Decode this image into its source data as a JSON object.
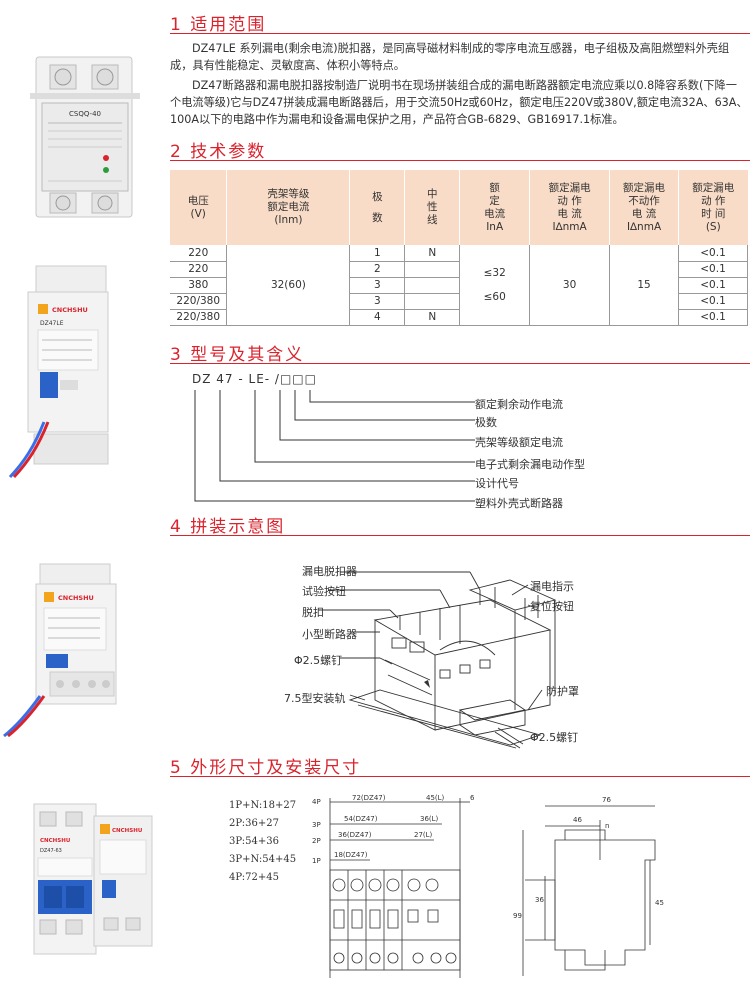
{
  "sections": {
    "s1": "1 适用范围",
    "s2": "2 技术参数",
    "s3": "3 型号及其含义",
    "s4": "4 拼装示意图",
    "s5": "5 外形尺寸及安装尺寸"
  },
  "intro": {
    "p1": "DZ47LE 系列漏电(剩余电流)脱扣器，是同高导磁材料制成的零序电流互感器，电子组极及高阻燃塑料外壳组成，具有性能稳定、灵敏度高、体积小等特点。",
    "p2": "DZ47断路器和漏电脱扣器按制造厂说明书在现场拼装组合成的漏电断路器额定电流应乘以0.8降容系数(下降一个电流等级)它与DZ47拼装成漏电断路器后，用于交流50Hz或60Hz，额定电压220V或380V,额定电流32A、63A、100A以下的电路中作为漏电和设备漏电保护之用，产品符合GB-6829、GB16917.1标准。"
  },
  "spec_table": {
    "headers": {
      "voltage": [
        "电压",
        "(V)"
      ],
      "frame_current": [
        "壳架等级",
        "额定电流",
        "(Inm)"
      ],
      "poles": [
        "极",
        "数"
      ],
      "neutral": [
        "中",
        "性",
        "线"
      ],
      "rated_current": [
        "额",
        "定",
        "电流",
        "InA"
      ],
      "rated_residual": [
        "额定漏电",
        "动  作",
        "电  流",
        "I∆nmA"
      ],
      "rated_nonop": [
        "额定漏电",
        "不动作",
        "电  流",
        "I∆nmA"
      ],
      "rated_time": [
        "额定漏电",
        "动  作",
        "时  间",
        "(S)"
      ]
    },
    "rows": [
      {
        "voltage": "220",
        "poles": "1",
        "neutral": "N",
        "time": "<0.1"
      },
      {
        "voltage": "220",
        "poles": "2",
        "neutral": "",
        "time": "<0.1"
      },
      {
        "voltage": "380",
        "poles": "3",
        "neutral": "",
        "time": "<0.1"
      },
      {
        "voltage": "220/380",
        "poles": "3",
        "neutral": "",
        "time": "<0.1"
      },
      {
        "voltage": "220/380",
        "poles": "4",
        "neutral": "N",
        "time": "<0.1"
      }
    ],
    "frame_current_value": "32(60)",
    "rated_current_values": [
      "≤32",
      "≤60"
    ],
    "residual_value": "30",
    "nonop_value": "15"
  },
  "model": {
    "code": "DZ  47 - LE- /□□□",
    "meanings": [
      "额定剩余动作电流",
      "极数",
      "壳架等级额定电流",
      "电子式剩余漏电动作型",
      "设计代号",
      "塑料外壳式断路器"
    ]
  },
  "assembly": {
    "labels": {
      "leakage_release": "漏电脱扣器",
      "test_button": "试验按钮",
      "trip": "脱扣",
      "mcb": "小型断路器",
      "screw1": "Φ2.5螺钉",
      "rail": "7.5型安装轨",
      "leak_indicator": "漏电指示",
      "reset_button": "复位按钮",
      "cover": "防护罩",
      "screw2": "Φ2.5螺钉"
    }
  },
  "dimensions": {
    "widths": [
      "1P+N:18+27",
      "2P:36+27",
      "3P:54+36",
      "3P+N:54+45",
      "4P:72+45"
    ],
    "front": {
      "poles": [
        "4P",
        "3P",
        "2P",
        "1P"
      ],
      "dims": [
        "72(DZ47)",
        "54(DZ47)",
        "36(DZ47)",
        "18(DZ47)",
        "45(L)",
        "36(L)",
        "27(L)",
        "6"
      ]
    },
    "side": {
      "dims": [
        "76",
        "46",
        "n",
        "36",
        "45",
        "99"
      ]
    }
  },
  "product_labels": {
    "p1_model": "CSQQ-40",
    "brand": "CNCHSHU",
    "p2_model": "DZ47LE",
    "p4_model": "DZ47-63"
  }
}
